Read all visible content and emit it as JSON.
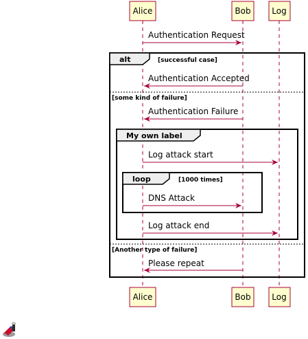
{
  "participants": {
    "alice": "Alice",
    "bob": "Bob",
    "log": "Log"
  },
  "messages": {
    "auth_request": "Authentication Request",
    "auth_accepted": "Authentication Accepted",
    "auth_failure": "Authentication Failure",
    "log_attack_start": "Log attack start",
    "dns_attack": "DNS Attack",
    "log_attack_end": "Log attack end",
    "please_repeat": "Please repeat"
  },
  "groups": {
    "alt_label": "alt",
    "alt_condition": "[successful case]",
    "else1_condition": "[some kind of failure]",
    "group_label": "My own label",
    "loop_label": "loop",
    "loop_condition": "[1000 times]",
    "else2_condition": "[Another type of failure]"
  },
  "colors": {
    "participant_fill": "#FEFECE",
    "accent": "#A80036",
    "group_tab": "#EEEEEE"
  },
  "icons": {
    "corner": "diagram-generator-icon"
  }
}
